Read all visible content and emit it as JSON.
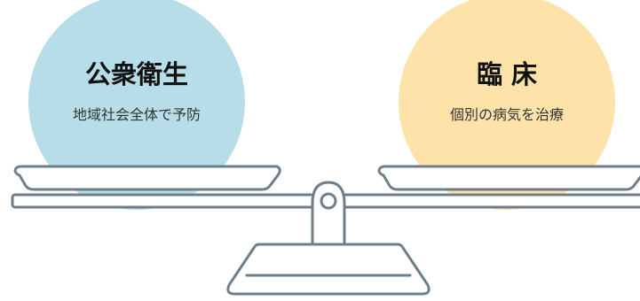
{
  "left": {
    "title": "公衆衛生",
    "subtitle": "地域社会全体で予防"
  },
  "right": {
    "title": "臨 床",
    "subtitle": "個別の病気を治療"
  },
  "colors": {
    "left_circle": "#b6dde8",
    "right_circle": "#fde3a9",
    "scale_stroke": "#6e7e8b",
    "scale_fill": "#ffffff",
    "title_text": "#111111",
    "subtitle_text": "#333333"
  }
}
